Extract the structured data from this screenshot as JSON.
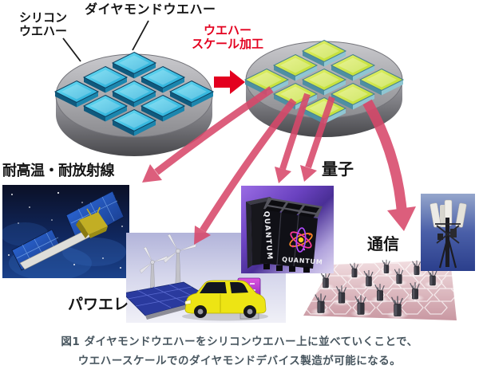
{
  "header": {
    "silicon_label_line1": "シリコン",
    "silicon_label_line2": "ウエハー",
    "diamond_label": "ダイヤモンドウエハー",
    "process_label_line1": "ウエハー",
    "process_label_line2": "スケール加工"
  },
  "applications": {
    "heat": "耐高温・耐放射線",
    "power": "パワエレ",
    "quantum": "量子",
    "comm": "通信"
  },
  "quantum_machine": {
    "brand": "QUANTUM"
  },
  "caption": {
    "line1": "図1 ダイヤモンドウエハーをシリコンウエハー上に並べていくことで、",
    "line2": "ウエハースケールでのダイヤモンドデバイス製造が可能になる。"
  },
  "colors": {
    "accent_red": "#e3001f",
    "flow_arrow": "#d8486a",
    "chip_blue": "#38c4e8",
    "chip_green": "#cde24a",
    "wafer_gray": "#a9a9ad",
    "caption_text": "#48565f"
  }
}
